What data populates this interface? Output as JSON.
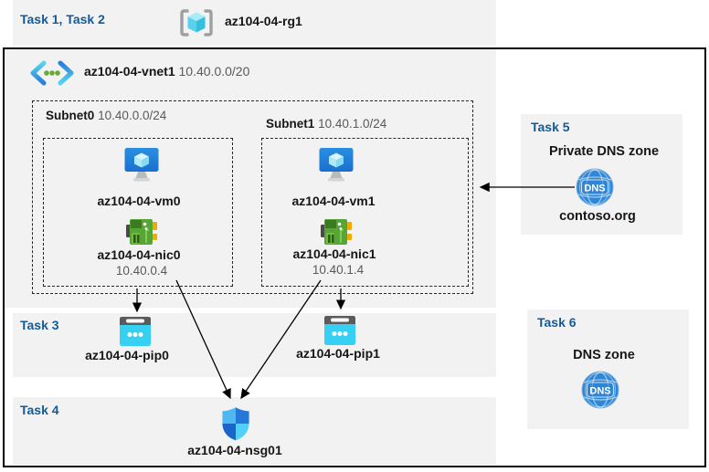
{
  "colors": {
    "band_bg": "#f2f2f2",
    "task_label": "#155a96",
    "muted_text": "#595959",
    "arrow": "#000000",
    "dns_circle": "#2e86d5",
    "pip_cyan": "#35d0f2",
    "nic_green": "#57a536",
    "vm_blue": "#1e7fd8"
  },
  "top_band": {
    "task_label": "Task 1, Task 2",
    "resource_group": {
      "name": "az104-04-rg1"
    }
  },
  "vnet": {
    "name": "az104-04-vnet1",
    "cidr": "10.40.0.0/20",
    "subnets": [
      {
        "name": "Subnet0",
        "cidr": "10.40.0.0/24",
        "vm": "az104-04-vm0",
        "nic": "az104-04-nic0",
        "private_ip": "10.40.0.4"
      },
      {
        "name": "Subnet1",
        "cidr": "10.40.1.0/24",
        "vm": "az104-04-vm1",
        "nic": "az104-04-nic1",
        "private_ip": "10.40.1.4"
      }
    ]
  },
  "task3": {
    "task_label": "Task 3",
    "pip0": "az104-04-pip0",
    "pip1": "az104-04-pip1"
  },
  "task4": {
    "task_label": "Task 4",
    "nsg": "az104-04-nsg01"
  },
  "task5": {
    "task_label": "Task 5",
    "title": "Private DNS zone",
    "zone_name": "contoso.org",
    "dns_badge": "DNS"
  },
  "task6": {
    "task_label": "Task 6",
    "title": "DNS zone",
    "dns_badge": "DNS"
  }
}
